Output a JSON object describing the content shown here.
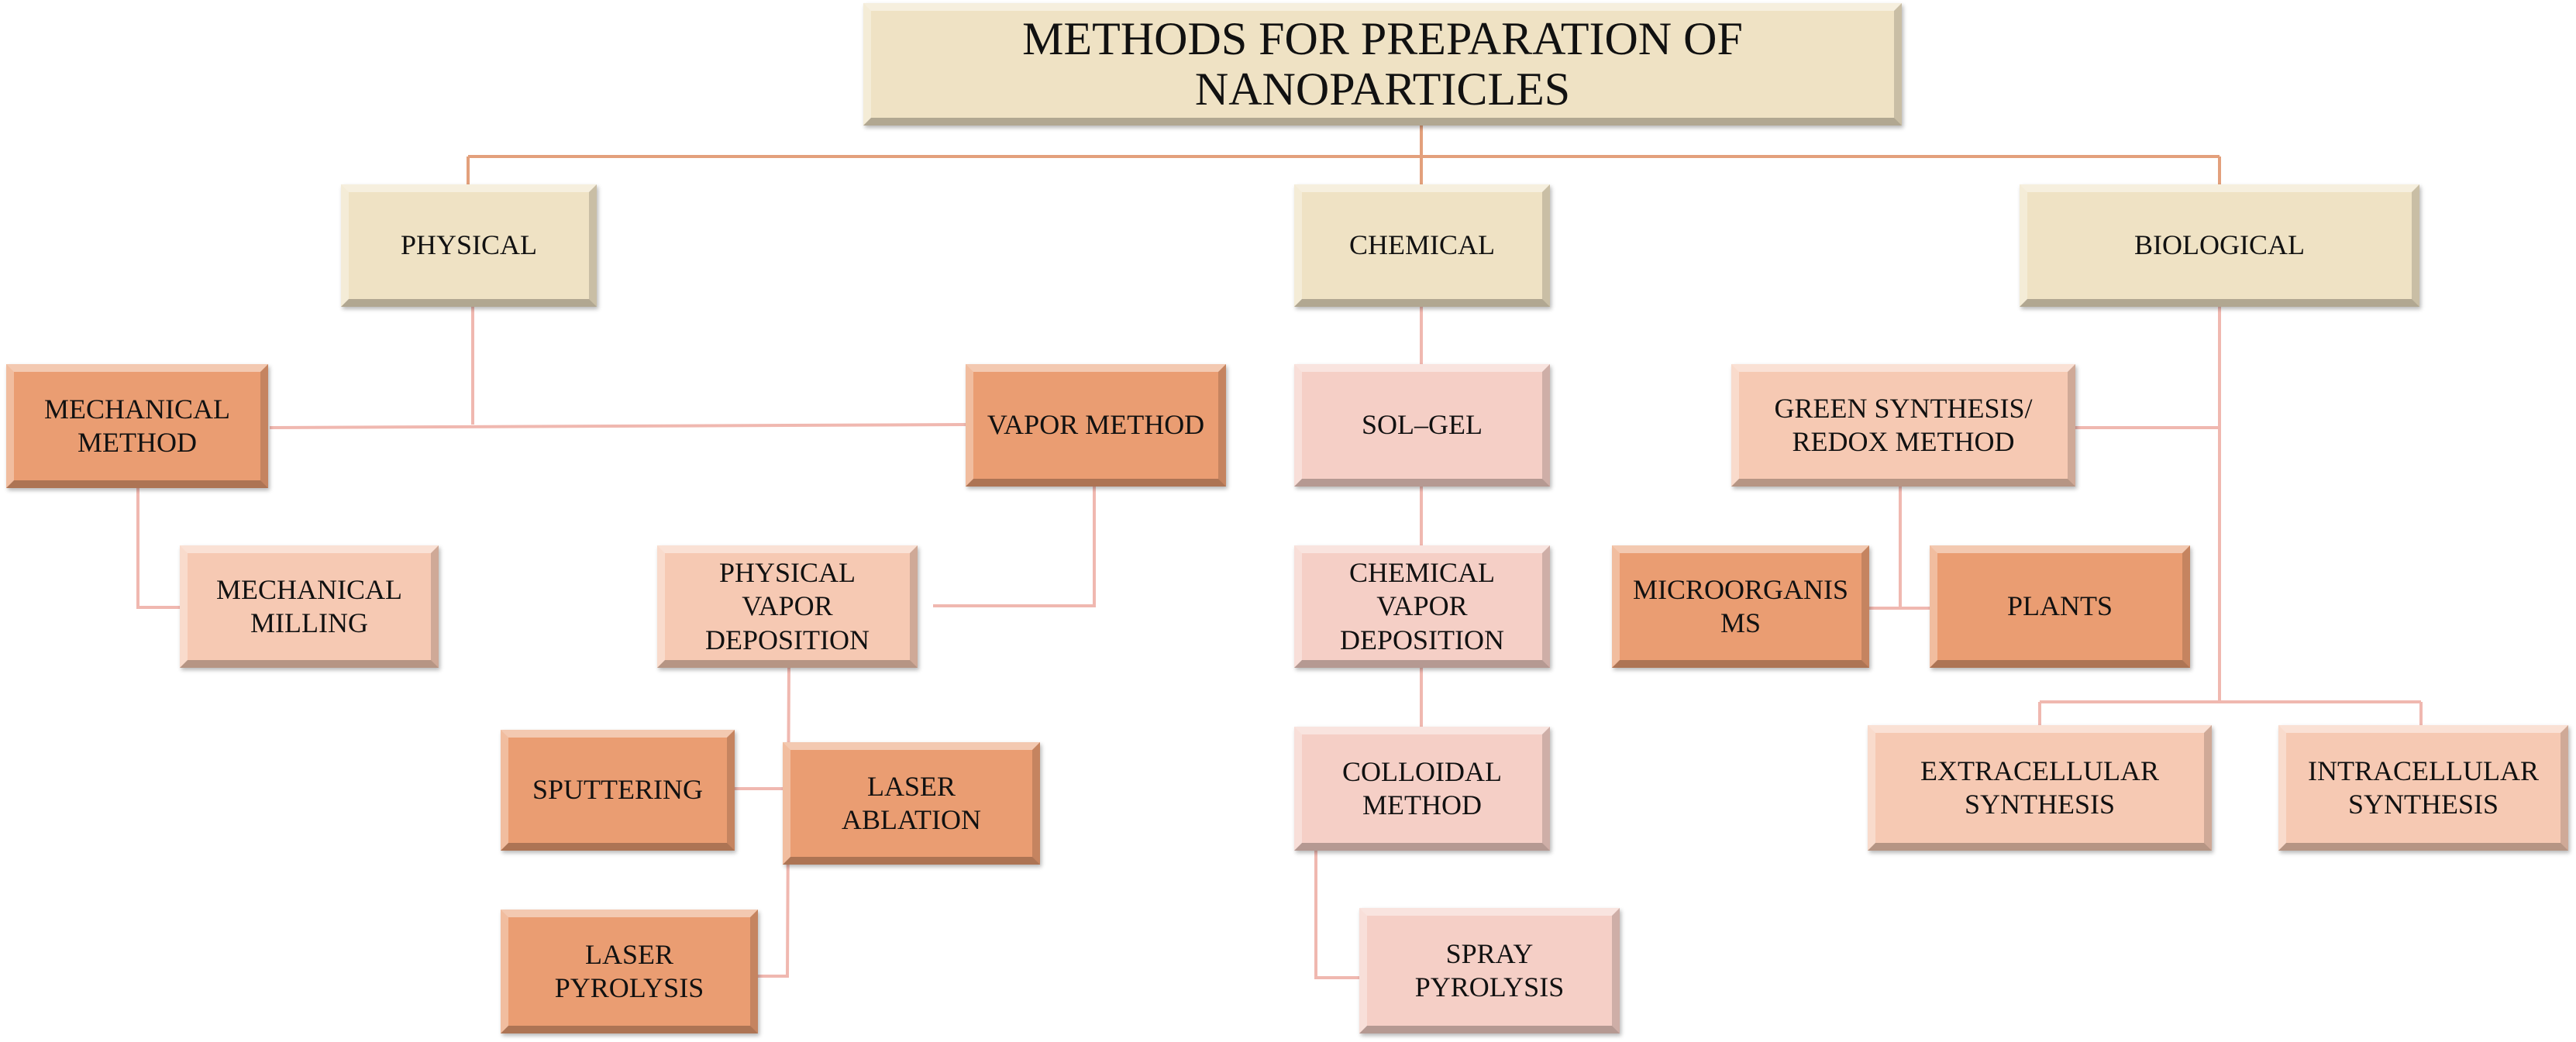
{
  "nodes": {
    "title": "METHODS FOR PREPARATION OF\nNANOPARTICLES",
    "physical": "PHYSICAL",
    "chemical": "CHEMICAL",
    "biological": "BIOLOGICAL",
    "mechanical_method": "MECHANICAL\nMETHOD",
    "vapor_method": "VAPOR METHOD",
    "mechanical_milling": "MECHANICAL\nMILLING",
    "physical_vapor_deposition": "PHYSICAL\nVAPOR\nDEPOSITION",
    "sputtering": "SPUTTERING",
    "laser_ablation": "LASER\nABLATION",
    "laser_pyrolysis": "LASER\nPYROLYSIS",
    "sol_gel": "SOL–GEL",
    "chemical_vapor_deposition": "CHEMICAL\nVAPOR\nDEPOSITION",
    "colloidal_method": "COLLOIDAL\nMETHOD",
    "spray_pyrolysis": "SPRAY\nPYROLYSIS",
    "green_synthesis": "GREEN SYNTHESIS/\nREDOX METHOD",
    "microorganisms": "MICROORGANIS\nMS",
    "plants": "PLANTS",
    "extracellular_synthesis": "EXTRACELLULAR\nSYNTHESIS",
    "intracellular_synthesis": "INTRACELLULAR\nSYNTHESIS"
  },
  "colors": {
    "title_fill": "#efe2c4",
    "category_fill": "#efe2c4",
    "dark_fill": "#ea9d72",
    "light_fill": "#f6c9b3",
    "pink_fill": "#f5cfc6",
    "connector_top": "#e3a07c",
    "connector_sub": "#f0b8b0"
  }
}
